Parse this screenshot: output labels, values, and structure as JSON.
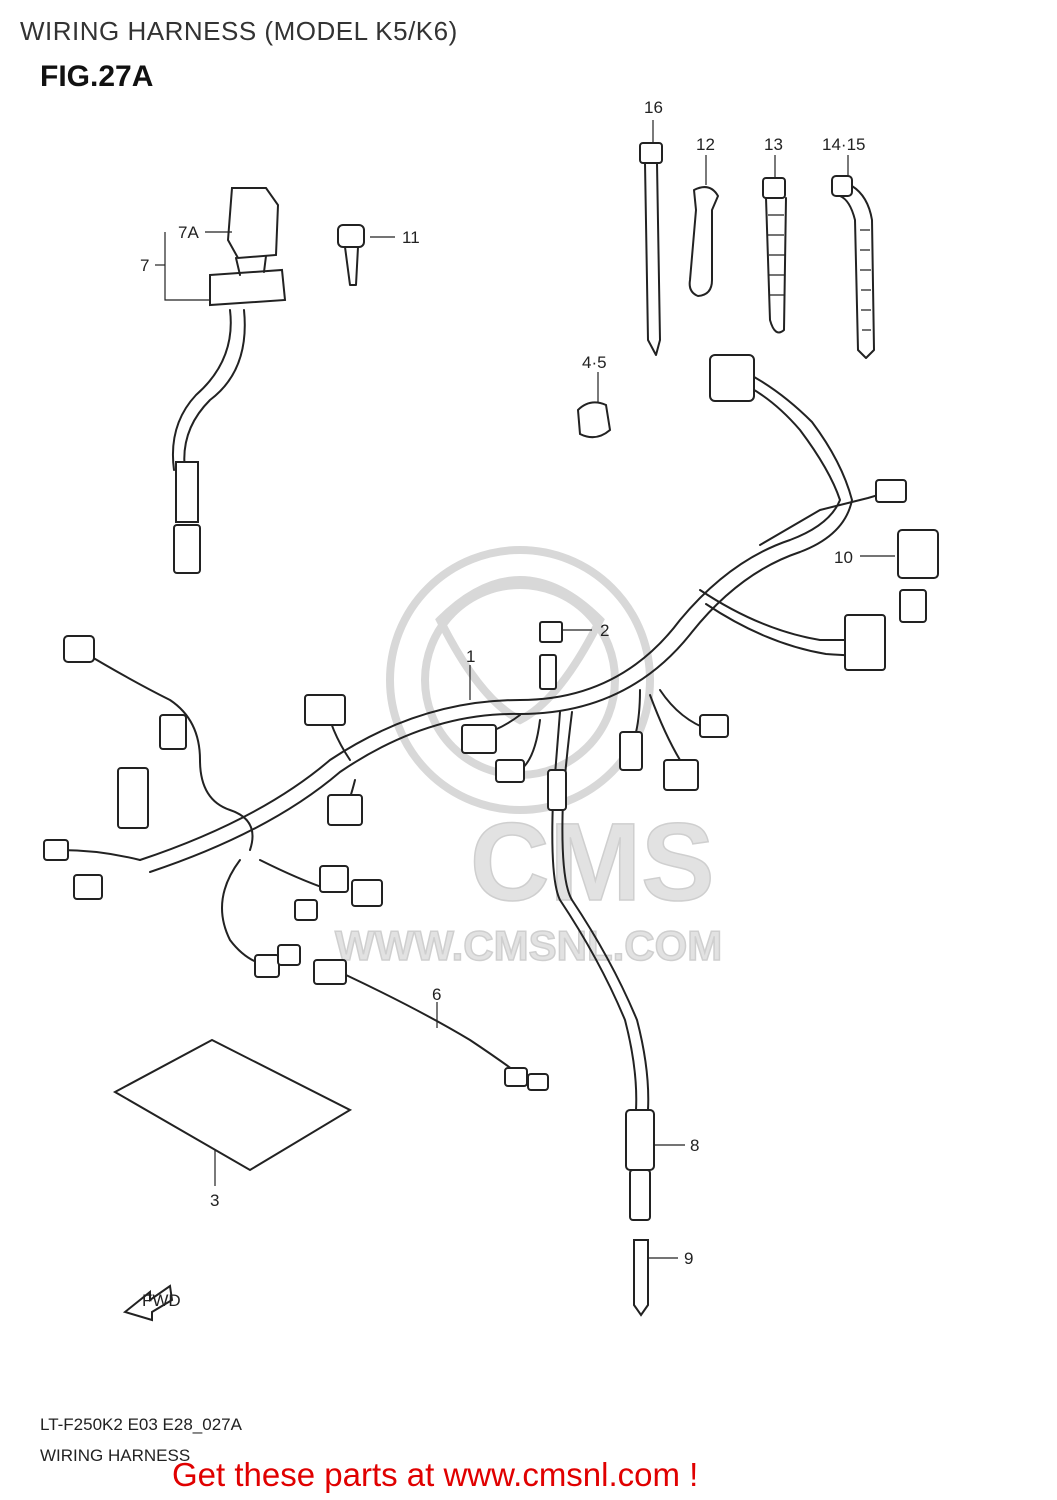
{
  "header": {
    "title": "WIRING HARNESS (MODEL K5/K6)",
    "figure": "FIG.27A"
  },
  "callouts": [
    {
      "id": "c1",
      "text": "1"
    },
    {
      "id": "c2",
      "text": "2"
    },
    {
      "id": "c3",
      "text": "3"
    },
    {
      "id": "c45",
      "text": "4·5"
    },
    {
      "id": "c6",
      "text": "6"
    },
    {
      "id": "c7",
      "text": "7"
    },
    {
      "id": "c7a",
      "text": "7A"
    },
    {
      "id": "c8",
      "text": "8"
    },
    {
      "id": "c9",
      "text": "9"
    },
    {
      "id": "c10",
      "text": "10"
    },
    {
      "id": "c11",
      "text": "11"
    },
    {
      "id": "c12",
      "text": "12"
    },
    {
      "id": "c13",
      "text": "13"
    },
    {
      "id": "c1415",
      "text": "14·15"
    },
    {
      "id": "c16",
      "text": "16"
    }
  ],
  "watermark": {
    "brand": "CMS",
    "url": "WWW.CMSNL.COM"
  },
  "direction_marker": "FWD",
  "footer": {
    "code": "LT-F250K2 E03 E28_027A",
    "caption": "WIRING HARNESS",
    "promo": "Get these parts at www.cmsnl.com !"
  },
  "colors": {
    "line": "#222222",
    "promo_text": "#e00000",
    "watermark": "#d8d8d8"
  }
}
